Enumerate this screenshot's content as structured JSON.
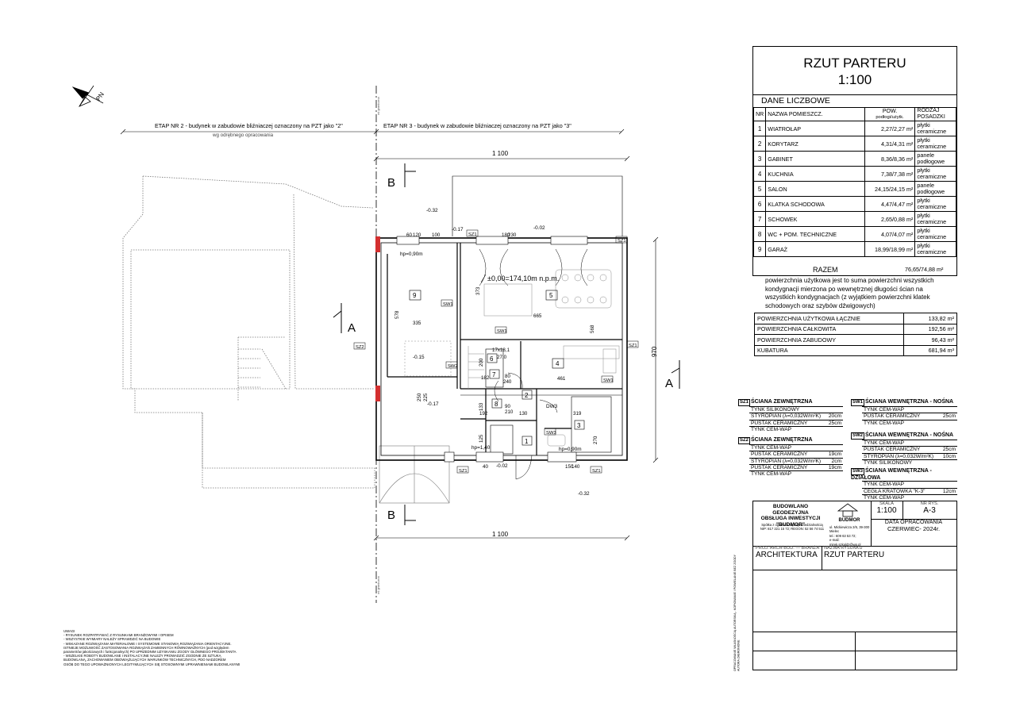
{
  "title_block": {
    "title": "RZUT PARTERU",
    "scale": "1:100",
    "section": "DANE LICZBOWE",
    "headers": {
      "nr": "NR",
      "name": "NAZWA POMIESZCZ.",
      "area": "POW.",
      "area_sub": "podłogi/użytk.",
      "floor": "RODZAJ POSADZKI"
    },
    "rooms": [
      {
        "nr": "1",
        "name": "WIATROŁAP",
        "area": "2,27/2,27 m²",
        "floor": "płytki ceramiczne"
      },
      {
        "nr": "2",
        "name": "KORYTARZ",
        "area": "4,31/4,31 m²",
        "floor": "płytki ceramiczne"
      },
      {
        "nr": "3",
        "name": "GABINET",
        "area": "8,36/8,36 m²",
        "floor": "panele podłogowe"
      },
      {
        "nr": "4",
        "name": "KUCHNIA",
        "area": "7,38/7,38 m²",
        "floor": "płytki ceramiczne"
      },
      {
        "nr": "5",
        "name": "SALON",
        "area": "24,15/24,15 m²",
        "floor": "panele podłogowe"
      },
      {
        "nr": "6",
        "name": "KLATKA SCHODOWA",
        "area": "4,47/4,47 m²",
        "floor": "płytki ceramiczne"
      },
      {
        "nr": "7",
        "name": "SCHOWEK",
        "area": "2,65/0,88 m²",
        "floor": "płytki ceramiczne"
      },
      {
        "nr": "8",
        "name": "WC + POM. TECHNICZNE",
        "area": "4,07/4,07 m²",
        "floor": "płytki ceramiczne"
      },
      {
        "nr": "9",
        "name": "GARAŻ",
        "area": "18,99/18,99 m²",
        "floor": "płytki ceramiczne"
      }
    ],
    "razem_label": "RAZEM",
    "razem_value": "76,65/74,88 m²",
    "description": "powierzchnia użytkowa jest to suma powierzchni wszystkich kondygnacji mierzona po wewnętrznej długości ścian na wszystkich kondygnacjach (z wyjątkiem powierzchni klatek schodowych oraz szybów dźwigowych)",
    "summary": [
      {
        "label": "POWIERZCHNIA UŻYTKOWA ŁĄCZNIE",
        "value": "133,82 m²"
      },
      {
        "label": "POWIERZCHNIA CAŁKOWITA",
        "value": "192,56 m²"
      },
      {
        "label": "POWIERZCHNIA ZABUDOWY",
        "value": "96,43 m²"
      },
      {
        "label": "KUBATURA",
        "value": "681,94 m³"
      }
    ]
  },
  "wall_types": [
    {
      "tag": "SZ1",
      "title": "ŚCIANA ZEWNĘTRZNA",
      "layers": [
        [
          "TYNK SILIKONOWY",
          ""
        ],
        [
          "STYROPIAN (λ=0,032W/m²K)",
          "20cm"
        ],
        [
          "PUSTAK CERAMICZNY",
          "25cm"
        ],
        [
          "TYNK CEM-WAP",
          ""
        ]
      ]
    },
    {
      "tag": "SZ2",
      "title": "ŚCIANA ZEWNĘTRZNA",
      "layers": [
        [
          "TYNK CEM-WAP",
          ""
        ],
        [
          "PUSTAK CERAMICZNY",
          "19cm"
        ],
        [
          "STYROPIAN (λ=0,032W/m²K)",
          "2cm"
        ],
        [
          "PUSTAK CERAMICZNY",
          "19cm"
        ],
        [
          "TYNK CEM-WAP",
          ""
        ]
      ]
    },
    {
      "tag": "SW1",
      "title": "ŚCIANA WEWNĘTRZNA - NOŚNA",
      "layers": [
        [
          "TYNK CEM-WAP",
          ""
        ],
        [
          "PUSTAK CERAMICZNY",
          "25cm"
        ],
        [
          "TYNK CEM-WAP",
          ""
        ]
      ]
    },
    {
      "tag": "SW2",
      "title": "ŚCIANA WEWNĘTRZNA - NOŚNA",
      "layers": [
        [
          "TYNK CEM-WAP",
          ""
        ],
        [
          "PUSTAK CERAMICZNY",
          "25cm"
        ],
        [
          "STYROPIAN (λ=0,032W/m²K)",
          "10cm"
        ],
        [
          "TYNK SILIKONOWY",
          ""
        ]
      ]
    },
    {
      "tag": "SW3",
      "title": "ŚCIANA WEWNĘTRZNA - DZIAŁOWA",
      "layers": [
        [
          "TYNK CEM-WAP",
          ""
        ],
        [
          "CEGŁA KRATÓWKA \"K-3\"",
          "12cm"
        ],
        [
          "TYNK CEM-WAP",
          ""
        ]
      ]
    }
  ],
  "company": {
    "name1": "BUDOWLANO GEODEZYJNA",
    "name2": "OBSŁUGA INWESTYCJI",
    "name3": "\"BUDMOR\"",
    "logo": "BUDMOR",
    "legal": "Spółka z ograniczoną odpowiedzialnością",
    "nip": "NIP: 817 221 15 72; REGON: 52 56 74 511",
    "address": "ul. Mickiewicza 2/6, 39-300 Mielec",
    "tel": "tel.: 609 63 53 72;",
    "email": "e-mail: mirek.szkaldz@wp.pl",
    "skala_label": "SKALA",
    "skala": "1:100",
    "nr_rys_label": "NR RYS.",
    "nr_rys": "A-3",
    "date_label": "DATA OPRACOWANIA",
    "date": "CZERWIEC- 2024r.",
    "branza_label": "PROJ. ARCH-BUD. — BRANŻA",
    "branza": "ARCHITEKTURA",
    "rysunek_label": "NAZWA RYSUNKU",
    "rysunek": "RZUT PARTERU"
  },
  "plan": {
    "etap2": "ETAP NR 2 - budynek w zabudowie bliźniaczej oznaczony na PZT jako \"2\"",
    "etap2_sub": "wg odrębnego opracowania",
    "etap3": "ETAP NR 3 - budynek w zabudowie bliźniaczej oznaczony na PZT jako \"3\"",
    "north": "PN",
    "dim_1100_top": "1 100",
    "dim_1100_bottom": "1 100",
    "dim_970": "970",
    "level": "±0,00=174,10m n.p.m.",
    "section_A": "A",
    "section_B": "B",
    "room_labels": [
      "9",
      "5",
      "4",
      "6",
      "7",
      "8",
      "2",
      "1",
      "3"
    ],
    "dims": [
      "578",
      "335",
      "373",
      "665",
      "568",
      "461",
      "182",
      "319",
      "192",
      "130",
      "270",
      "125",
      "133",
      "250",
      "225",
      "200",
      "17x18,1",
      "27,0",
      "80",
      "240",
      "90",
      "210",
      "180",
      "230",
      "60",
      "120",
      "100",
      "150",
      "140",
      "40"
    ],
    "levels": [
      "-0.32",
      "-0.17",
      "-0.02",
      "-0.15",
      "-0.17",
      "-0.02",
      "-0.32"
    ],
    "hp": [
      "hp=0,90m",
      "hp=1,40",
      "hp=0,90m"
    ],
    "wall_tags": [
      "SZ1",
      "SZ2",
      "SW1",
      "SW2",
      "SW3"
    ],
    "dw": "DW3"
  },
  "notes": {
    "title": "UWAGI",
    "lines": [
      "- RYSUNEK ROZPATRYWAĆ Z RYSUNKAMI BRANŻOWYMI I OPISEM",
      "- WSZYSTKIE WYMIARY NALEŻY SPRAWDZIĆ NA BUDOWIE",
      "- WSKAZANE ROZWIĄZANIA MATERIAŁOWE I SYSTEMOWE STANOWIĄ ROZWIĄZANIA ORIENTACYJNE.",
      "  ISTNIEJE MOŻLIWOŚĆ ZASTOSOWANIA ROZWIĄZAŃ ZAMIENNYCH RÓWNOWAŻNYCH (pod względem",
      "  parametrów jakościowych i funkcjonalnych) PO UPRZEDNIM UZYSKANIU ZGODY GŁÓWNEGO PROJEKTANTA",
      "- WSZELKIE ROBOTY BUDOWLANE I INSTALACYJNE NALEŻY PROWADZIĆ ZGODNIE ZE SZTUKĄ",
      "  BUDOWLANĄ, ZACHOWANIEM OBOWIĄZUJĄCYCH WARUNKÓW TECHNICZNYCH, PDO NADZOREM",
      "  OSÓB DO TEGO UPOWAŻNIONYCH LEGITYMUJĄCYCH SIĘ STOSOWNYMI UPRAWNIENIAMI BUDOWLANYMI"
    ]
  },
  "vertical_note": "OPRACOWANIE WŁASNOŚCIĄ AUTORSKIĄ - KOPIOWANIE I POWIELANIE BEZ ZGODY AUTORA ZABRONIONE"
}
